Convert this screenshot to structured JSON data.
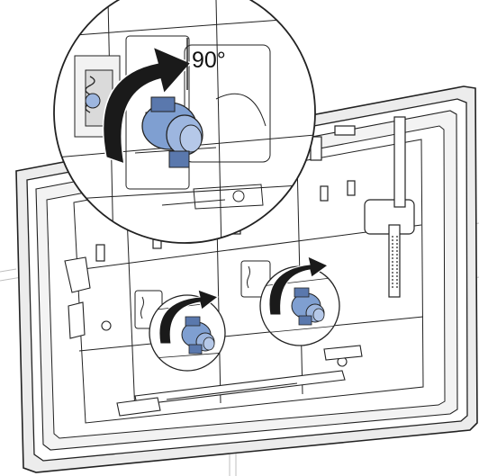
{
  "figure": {
    "rotation_label": "90°"
  },
  "colors": {
    "knob": "#7f9fd1",
    "knob_dark": "#5a78ad",
    "line": "#222222",
    "panel_fill": "#ffffff",
    "frame_fill": "#e8e8e8",
    "arrow": "#1a1a1a",
    "background_line": "#bfbfbf"
  },
  "parts": [
    {
      "name": "mounting-frame",
      "shown": true
    },
    {
      "name": "magnified-detail",
      "shown": true
    },
    {
      "name": "rotation-knob",
      "count": 3
    }
  ]
}
